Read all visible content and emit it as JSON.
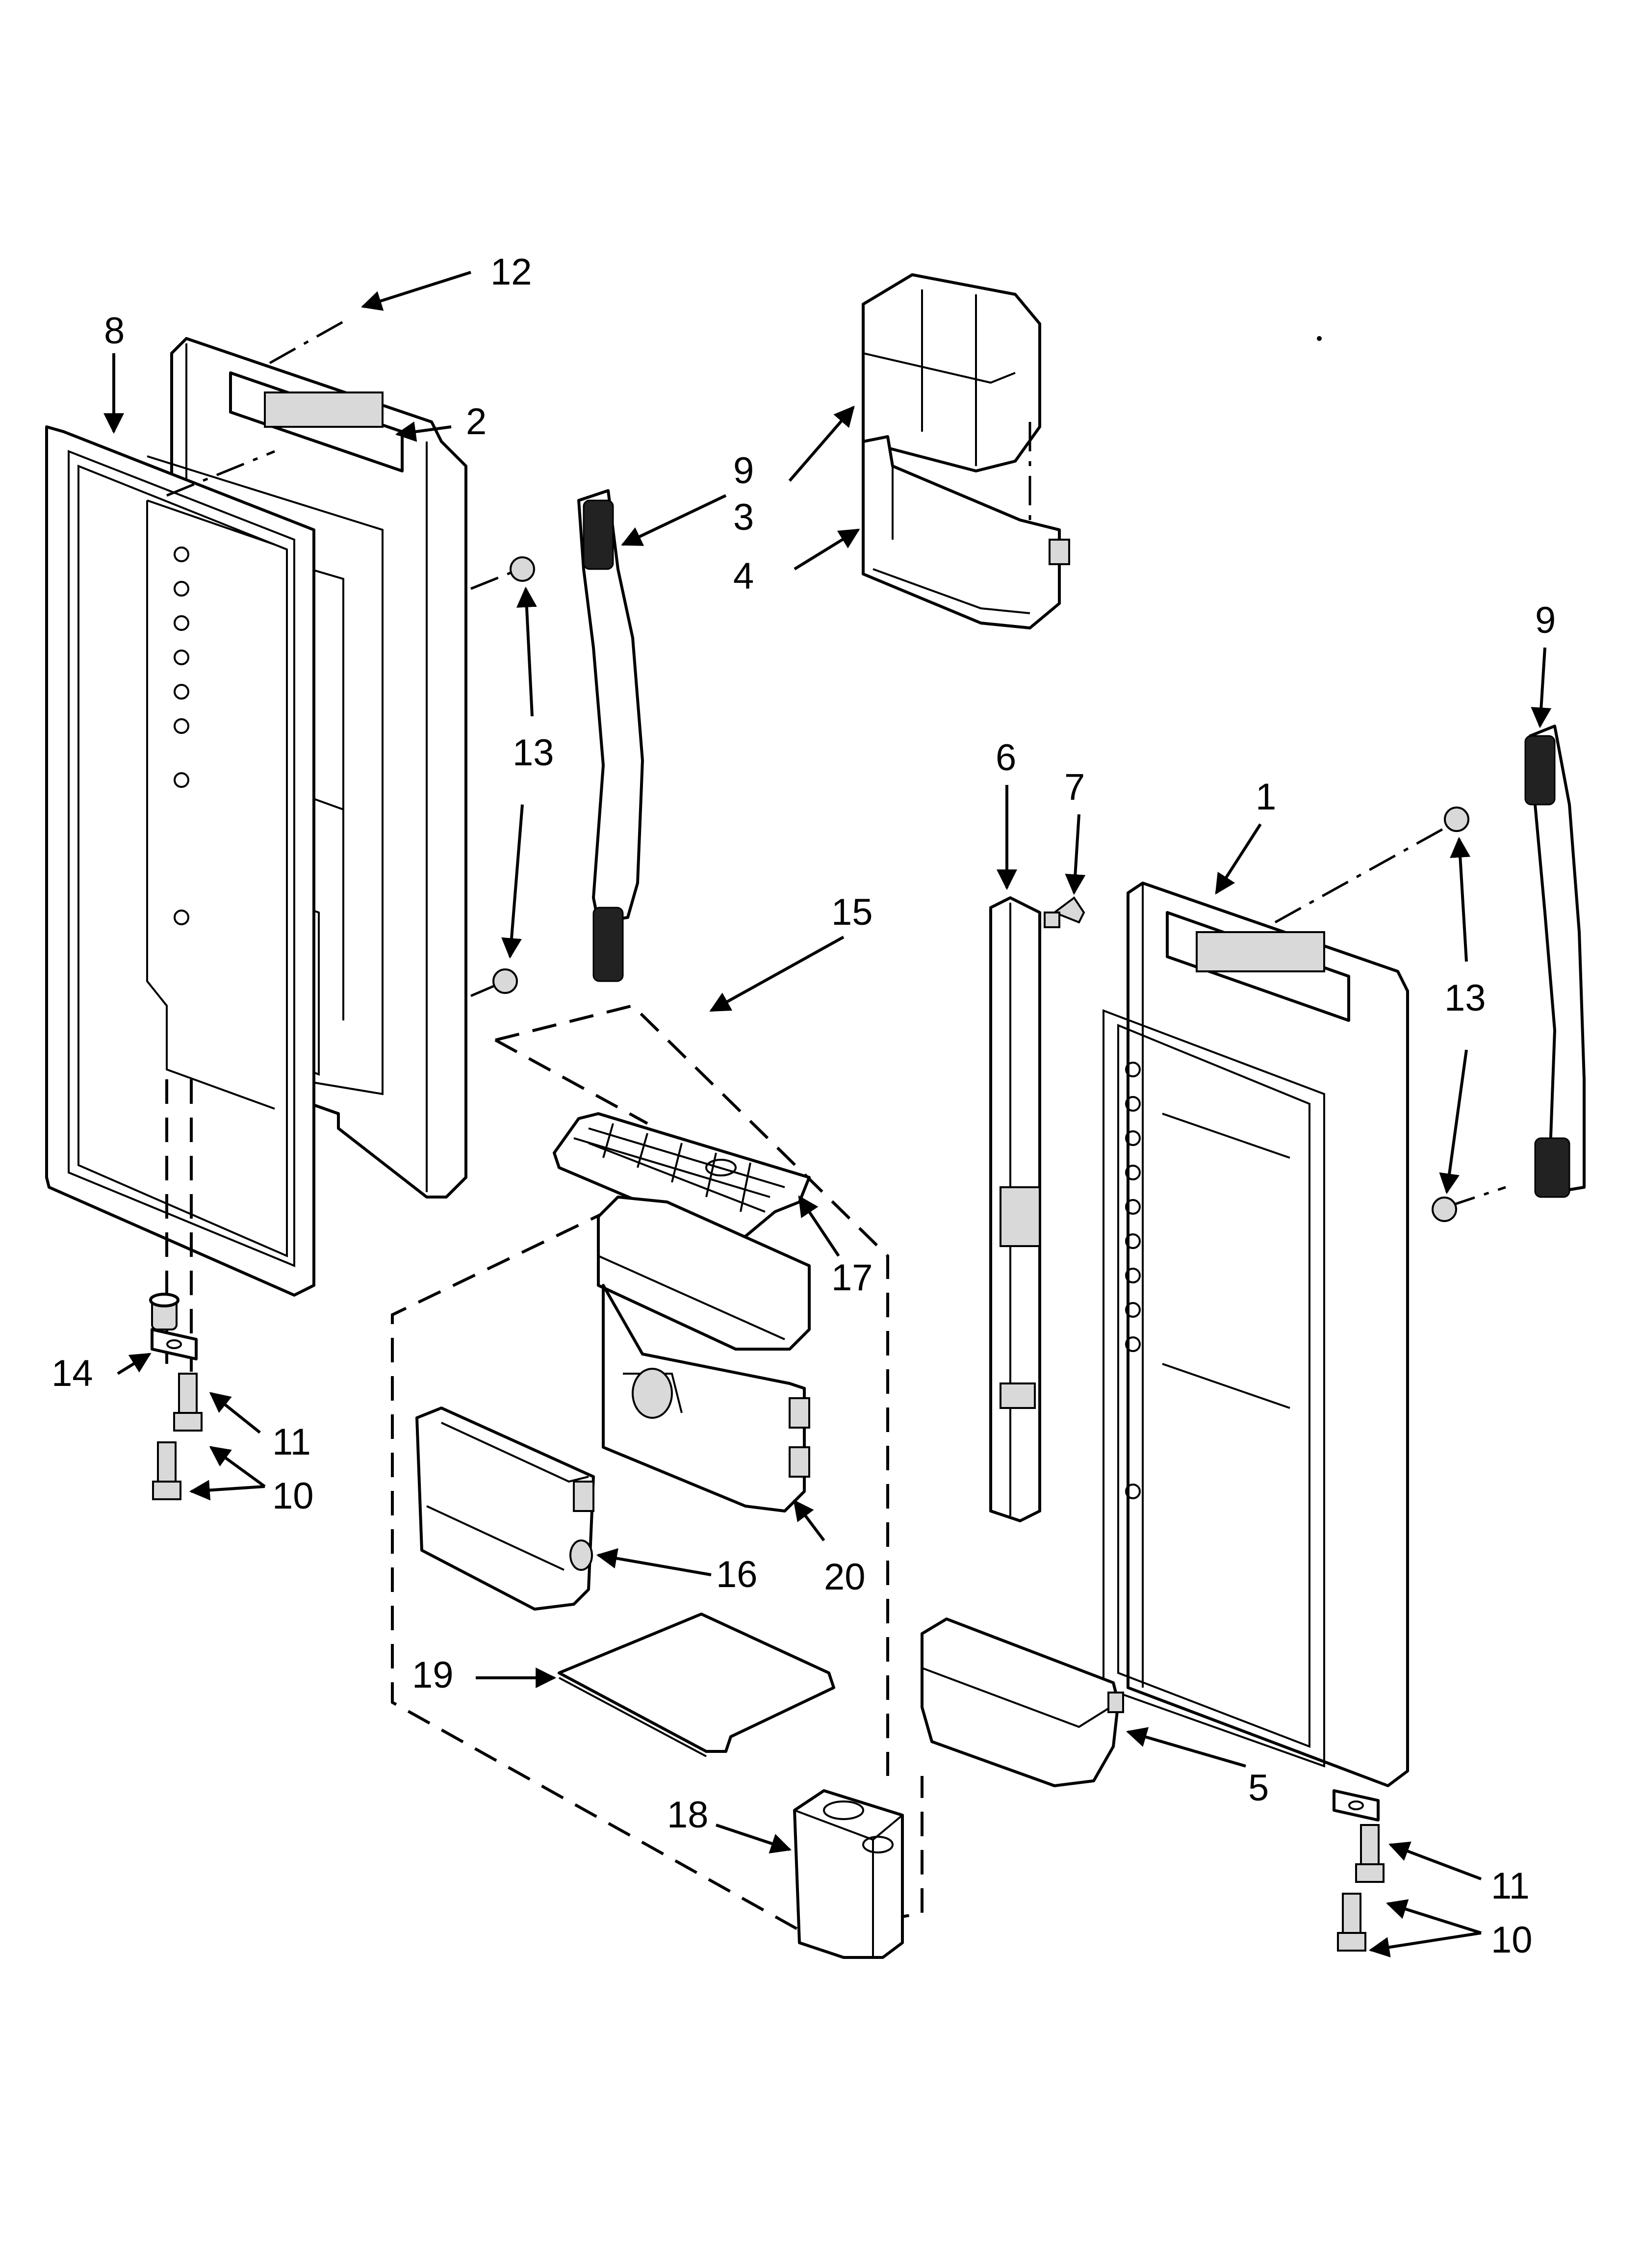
{
  "diagram": {
    "callouts": {
      "c1": "1",
      "c2": "2",
      "c3": "3",
      "c4": "4",
      "c5": "5",
      "c6": "6",
      "c7": "7",
      "c8": "8",
      "c9a": "9",
      "c9b": "9",
      "c10a": "10",
      "c10b": "10",
      "c11a": "11",
      "c11b": "11",
      "c12": "12",
      "c13a": "13",
      "c13b": "13",
      "c14": "14",
      "c15": "15",
      "c16": "16",
      "c17": "17",
      "c18": "18",
      "c19": "19",
      "c20": "20"
    }
  }
}
